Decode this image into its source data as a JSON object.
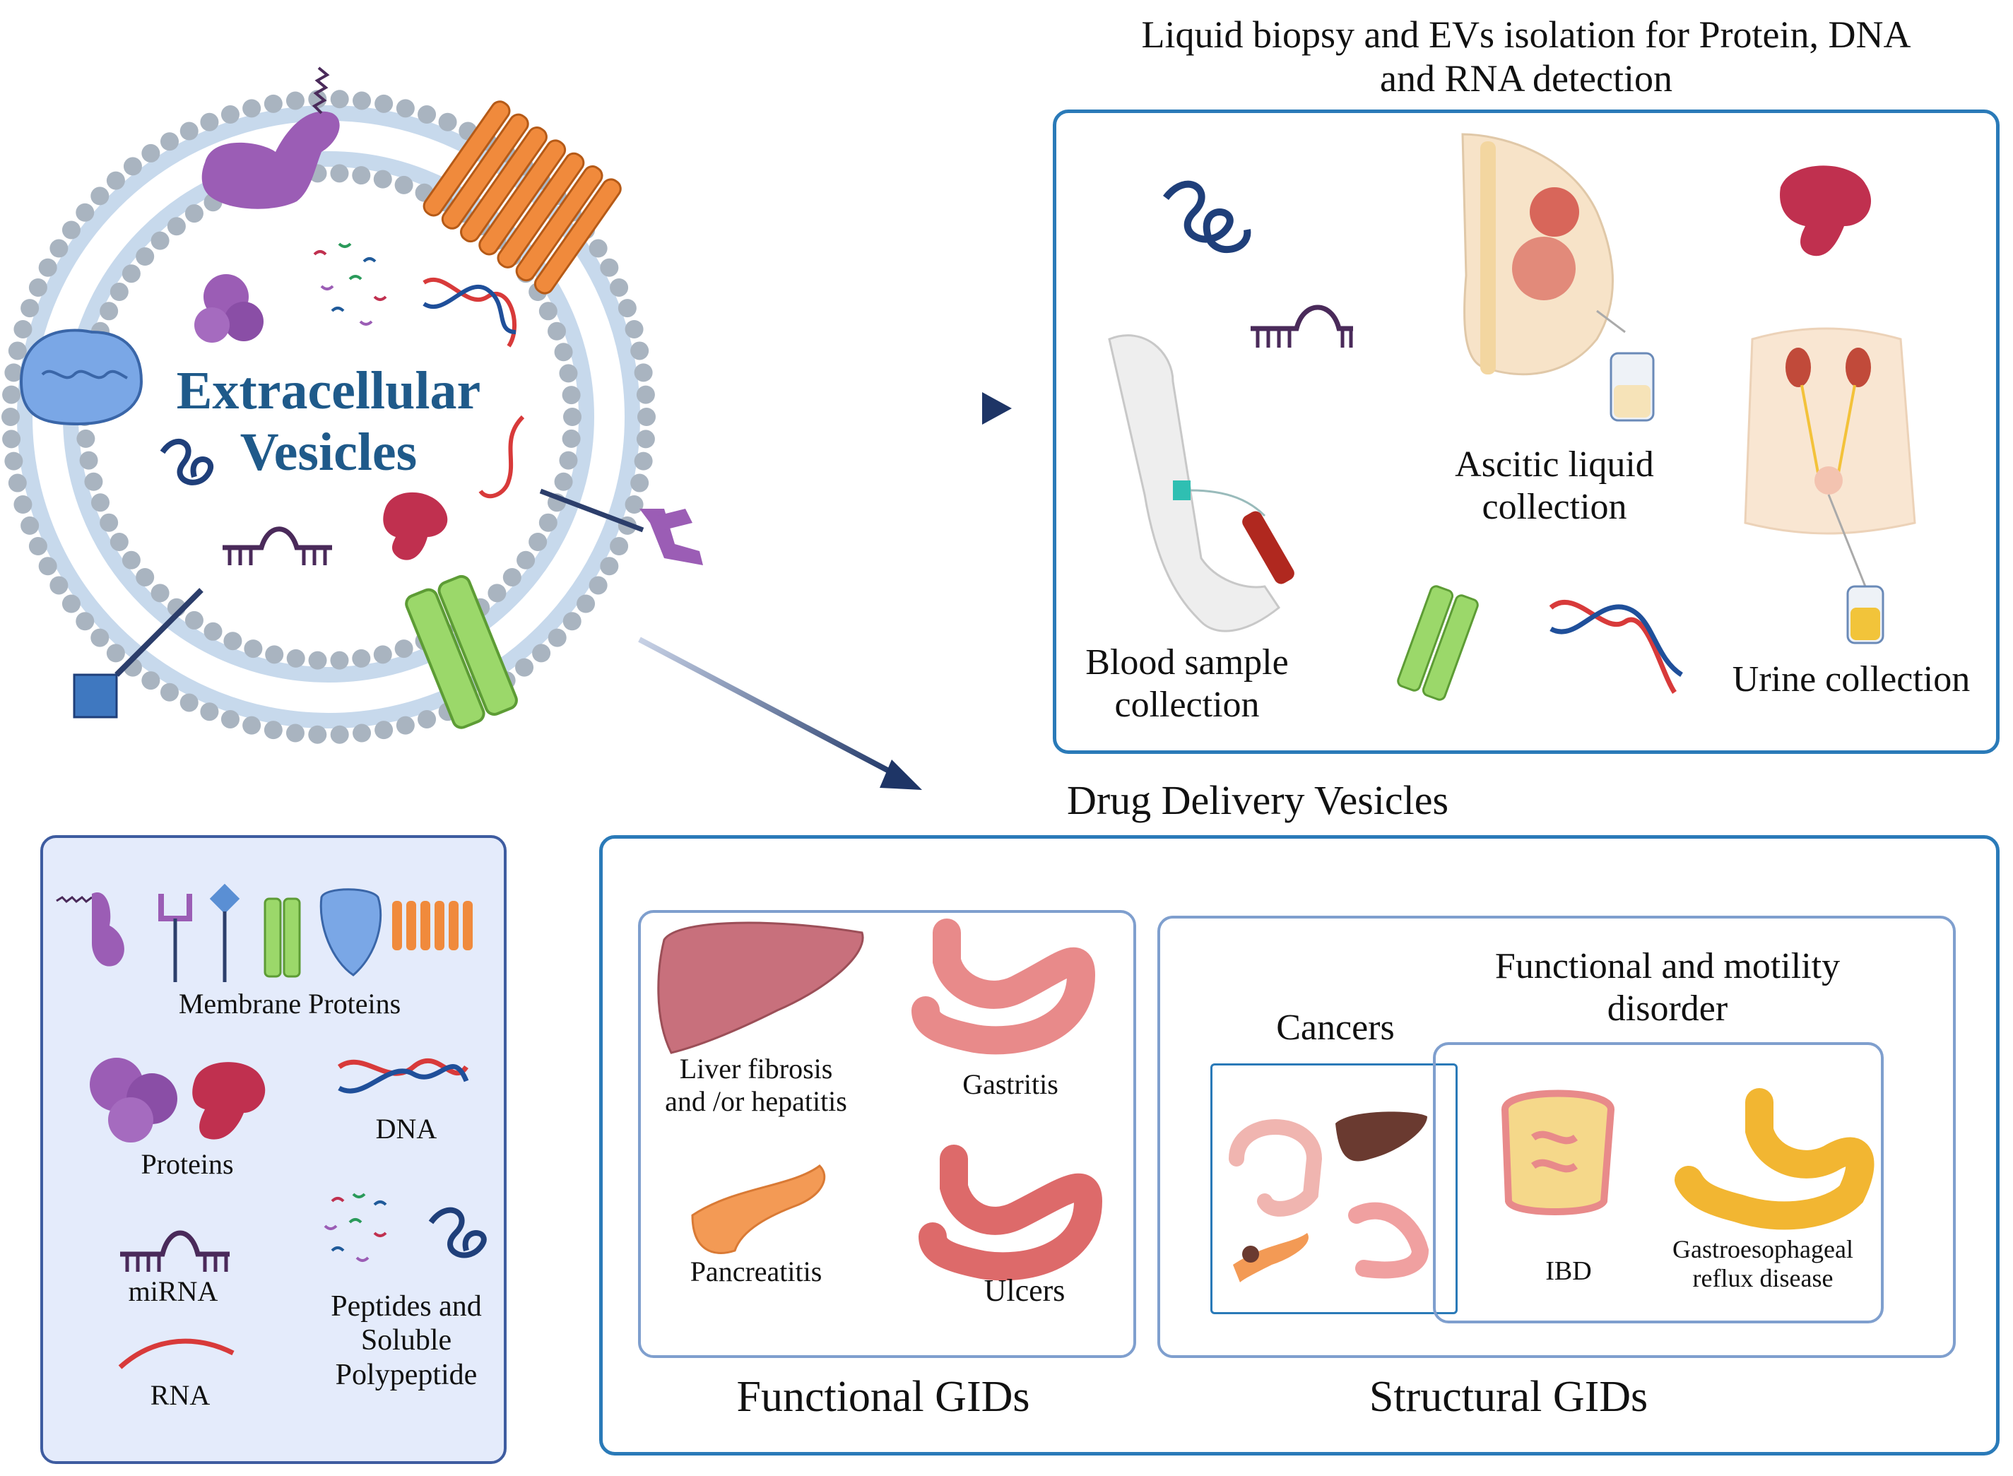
{
  "vesicle": {
    "title": "Extracellular\nVesicles",
    "colors": {
      "title": "#1f5a8a",
      "membrane_head": "#a9b4c0",
      "membrane_tail": "#c7d9ec"
    }
  },
  "biopsy": {
    "title": "Liquid biopsy and EVs isolation for Protein, DNA\nand RNA detection",
    "labels": {
      "ascitic": "Ascitic liquid\ncollection",
      "blood": "Blood sample\ncollection",
      "urine": "Urine collection"
    }
  },
  "drug_delivery": {
    "title": "Drug Delivery Vesicles",
    "functional": {
      "title": "Functional GIDs",
      "items": [
        "Liver fibrosis\nand /or hepatitis",
        "Gastritis",
        "Pancreatitis",
        "Ulcers"
      ]
    },
    "structural": {
      "title": "Structural GIDs",
      "cancers_title": "Cancers",
      "motility_title": "Functional and motility\ndisorder",
      "items": [
        "IBD",
        "Gastroesophageal\nreflux disease"
      ]
    }
  },
  "legend": {
    "membrane_proteins": "Membrane Proteins",
    "proteins": "Proteins",
    "dna": "DNA",
    "mirna": "miRNA",
    "rna": "RNA",
    "peptides": "Peptides and\nSoluble\nPolypeptide"
  },
  "colors": {
    "box_border": "#2a7ab8",
    "inner_box_border": "#7f9fce",
    "legend_bg": "#e4ebfb",
    "legend_border": "#3e5ca0",
    "arrow": "#1e3566",
    "protein_purple": "#9b5db5",
    "protein_red": "#c0304f",
    "orange": "#f08a3c",
    "green": "#9bd86a",
    "blue_protein": "#7aa7e6",
    "dark_blue": "#1f3f7a"
  }
}
